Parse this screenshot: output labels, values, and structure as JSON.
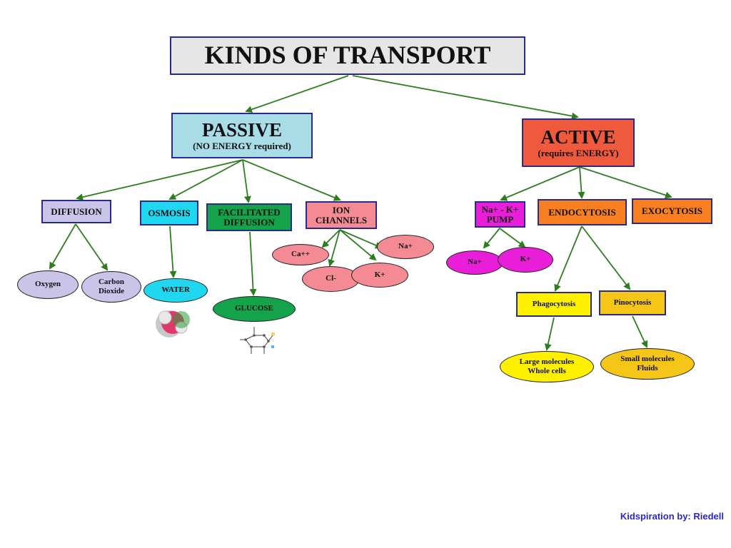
{
  "title": "KINDS OF TRANSPORT",
  "passive": {
    "label": "PASSIVE",
    "note": "(NO ENERGY required)",
    "color": "#a8dde8"
  },
  "active": {
    "label": "ACTIVE",
    "note": "(requires ENERGY)",
    "color": "#f05a3c"
  },
  "passive_types": {
    "diffusion": {
      "label": "DIFFUSION",
      "examples": [
        "Oxygen",
        "Carbon Dioxide"
      ]
    },
    "osmosis": {
      "label": "OSMOSIS",
      "example": "WATER"
    },
    "facilitated": {
      "line1": "FACILITATED",
      "line2": "DIFFUSION",
      "example": "GLUCOSE"
    },
    "ion_channels": {
      "line1": "ION",
      "line2": "CHANNELS",
      "examples": [
        "Ca++",
        "Cl-",
        "K+",
        "Na+"
      ]
    }
  },
  "active_types": {
    "pump": {
      "line1": "Na+ - K+",
      "line2": "PUMP",
      "examples": [
        "Na+",
        "K+"
      ]
    },
    "endocytosis": {
      "label": "ENDOCYTOSIS",
      "phagocytosis": {
        "label": "Phagocytosis",
        "line1": "Large molecules",
        "line2": "Whole cells"
      },
      "pinocytosis": {
        "label": "Pinocytosis",
        "line1": "Small molecules",
        "line2": "Fluids"
      }
    },
    "exocytosis": {
      "label": "EXOCYTOSIS"
    }
  },
  "footer": "Kidspiration by: Riedell",
  "colors": {
    "arrow": "#2e7d1e",
    "border": "#2a2a8a",
    "footer_text": "#2a28c8",
    "diffusion": "#c9c4e8",
    "osmosis": "#1fd8f0",
    "facilitated": "#14a24a",
    "ion": "#f48a94",
    "pump": "#e81ed8",
    "endocytosis": "#f88020",
    "phagocytosis": "#fff000",
    "pinocytosis": "#f5c518"
  }
}
